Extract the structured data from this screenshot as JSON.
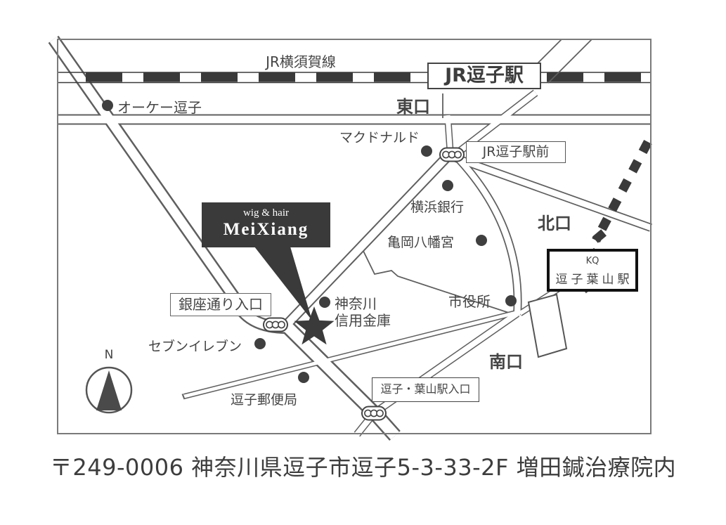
{
  "map": {
    "railway_label": "JR横須賀線",
    "stations": {
      "jr": "JR逗子駅",
      "jr_front": "JR逗子駅前",
      "kq_line1": "KQ",
      "kq_line2": "逗子葉山駅"
    },
    "exits": {
      "east": "東口",
      "north": "北口",
      "south": "南口"
    },
    "shop": {
      "line1": "wig & hair",
      "line2": "MeiXiang"
    },
    "pois": {
      "ok_store": "オーケー逗子",
      "mcdonalds": "マクドナルド",
      "yokohama_bank": "横浜銀行",
      "kameoka_hachimangu": "亀岡八幡宮",
      "city_hall": "市役所",
      "shinkin_line1": "神奈川",
      "shinkin_line2": "信用金庫",
      "seven_eleven": "セブンイレブン",
      "post_office": "逗子郵便局"
    },
    "boxes": {
      "ginza": "銀座通り入口",
      "zushi_hayama_entrance": "逗子・葉山駅入口"
    },
    "compass_label": "N",
    "colors": {
      "ink": "#454545",
      "road_edge": "#5f5f5f",
      "railway": "#3a3a3a",
      "shop_bg": "#3a3a3a"
    }
  },
  "address": "〒249-0006 神奈川県逗子市逗子5-3-33-2F 増田鍼治療院内"
}
